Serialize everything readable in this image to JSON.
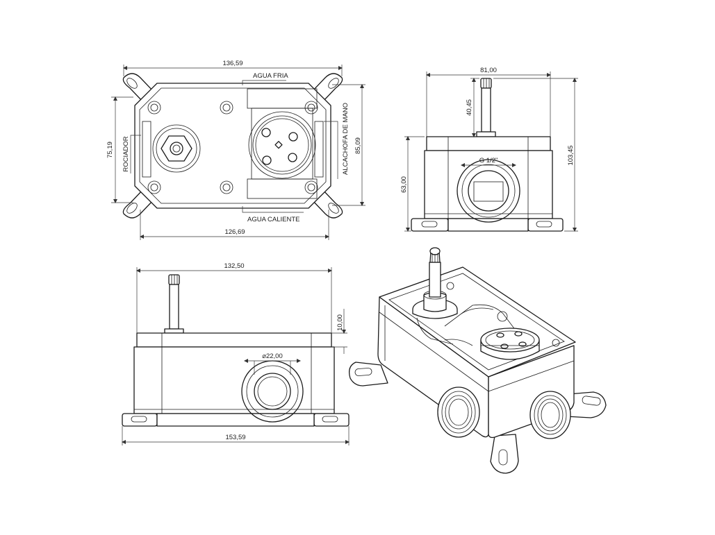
{
  "top_view": {
    "width_label": "136,59",
    "bottom_width_label": "126,69",
    "height_label": "75,19",
    "right_height_label": "85,09",
    "cold_label": "AGUA FRIA",
    "hot_label": "AGUA CALIENTE",
    "shower_label": "ROCIADOR",
    "hand_label": "ALCACHOFA DE MANO"
  },
  "side_view": {
    "width_label": "81,00",
    "total_height_label": "103,45",
    "stem_height_label": "40,45",
    "body_height_label": "63,00",
    "thread_label": "G 1/2\""
  },
  "front_view": {
    "width_label": "132,50",
    "stem_height_label": "10,00",
    "diameter_label": "⌀22,00",
    "base_width_label": "153,59"
  }
}
